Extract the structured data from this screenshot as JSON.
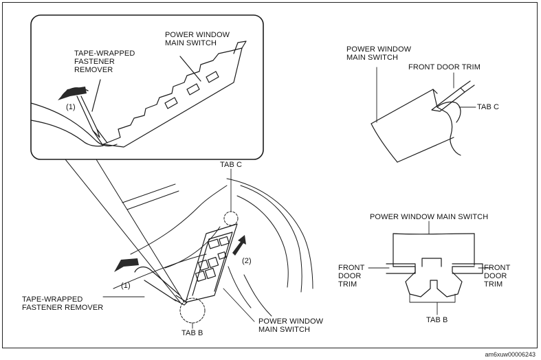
{
  "labels": {
    "inset_power_window_main_switch": "POWER WINDOW\nMAIN SWITCH",
    "inset_tape_wrapped_fastener_remover": "TAPE-WRAPPED\nFASTENER\nREMOVER",
    "inset_step_1": "(1)",
    "tr_power_window_main_switch": "POWER WINDOW\nMAIN SWITCH",
    "tr_front_door_trim": "FRONT DOOR TRIM",
    "tr_tab_c": "TAB C",
    "door_tab_c": "TAB C",
    "door_step_2": "(2)",
    "door_step_1": "(1)",
    "door_tape_wrapped_fastener_remover": "TAPE-WRAPPED\nFASTENER REMOVER",
    "door_tab_b": "TAB B",
    "door_power_window_main_switch": "POWER WINDOW\nMAIN SWITCH",
    "br_power_window_main_switch": "POWER WINDOW MAIN SWITCH",
    "br_front_door_trim_left": "FRONT\nDOOR\nTRIM",
    "br_front_door_trim_right": "FRONT\nDOOR\nTRIM",
    "br_tab_b": "TAB B"
  },
  "figure_id": "am6xuw00006243",
  "colors": {
    "line": "#1a1a1a",
    "background": "#ffffff",
    "arrow_fill": "#2a2a2a"
  }
}
